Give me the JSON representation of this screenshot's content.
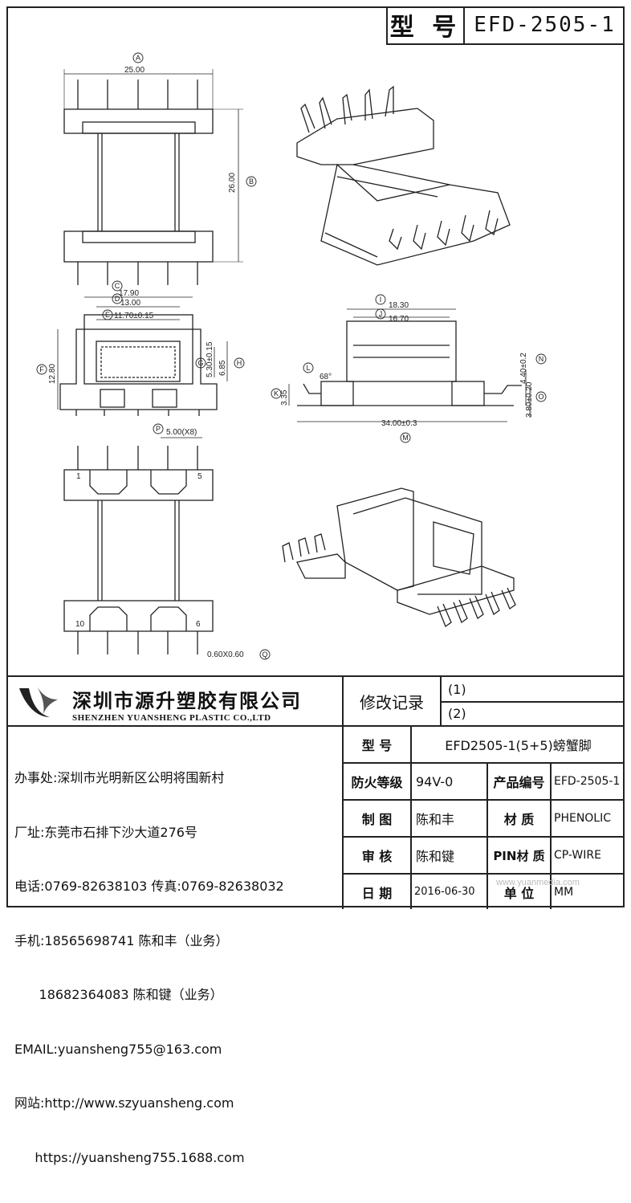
{
  "title": {
    "label": "型 号",
    "value": "EFD-2505-1"
  },
  "dims": {
    "A": "25.00",
    "B": "26.00",
    "C": "17.90",
    "D": "13.00",
    "E": "11.70±0.15",
    "F": "12.80",
    "G": "5.30±0.15",
    "H": "6.85",
    "I": "18.30",
    "J": "16.70",
    "K": "3.35",
    "angle": "68°",
    "N": "4.40±0.2",
    "O": "3.80±0.20",
    "M": "34.00±0.3",
    "P": "5.00(X8)",
    "Q": "0.60X0.60",
    "pin1": "1",
    "pin5": "5",
    "pin10": "10",
    "pin6": "6"
  },
  "circle_labels": {
    "A": "A",
    "B": "B",
    "C": "C",
    "D": "D",
    "E": "E",
    "F": "F",
    "G": "G",
    "H": "H",
    "I": "I",
    "J": "J",
    "K": "K",
    "L": "L",
    "M": "M",
    "N": "N",
    "O": "O",
    "P": "P",
    "Q": "Q"
  },
  "company": {
    "cn": "深圳市源升塑胶有限公司",
    "en": "SHENZHEN YUANSHENG PLASTIC CO.,LTD",
    "contact": [
      "办事处:深圳市光明新区公明将围新村",
      "厂址:东莞市石排下沙大道276号",
      "电话:0769-82638103 传真:0769-82638032",
      "手机:18565698741 陈和丰（业务）",
      "      18682364083 陈和键（业务）",
      "EMAIL:yuansheng755@163.com",
      "网站:http://www.szyuansheng.com",
      "     https://yuansheng755.1688.com"
    ]
  },
  "table": {
    "revision_label": "修改记录",
    "rev1": "(1)",
    "rev2": "(2)",
    "model_label": "型 号",
    "model_value": "EFD2505-1(5+5)螃蟹脚",
    "fire_label": "防火等级",
    "fire_value": "94V-0",
    "product_no_label": "产品编号",
    "product_no_value": "EFD-2505-1",
    "drawn_label": "制 图",
    "drawn_value": "陈和丰",
    "material_label": "材 质",
    "material_value": "PHENOLIC",
    "checked_label": "审 核",
    "checked_value": "陈和键",
    "pin_material_label": "PIN材 质",
    "pin_material_value": "CP-WIRE",
    "date_label": "日 期",
    "date_value": "2016-06-30",
    "unit_label": "单 位",
    "unit_value": "MM"
  },
  "watermark": "www.yuanmedia.com"
}
